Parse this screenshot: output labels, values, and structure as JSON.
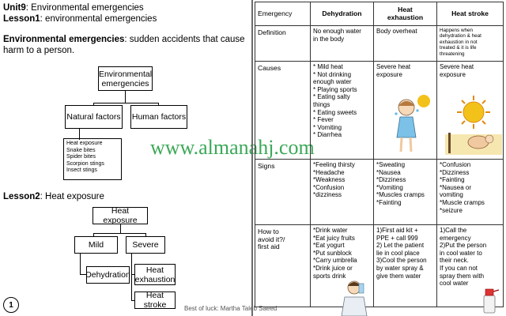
{
  "left": {
    "unit": {
      "label": "Unit9",
      "text": ": Environmental emergencies"
    },
    "lesson1": {
      "label": "Lesson1",
      "text": ": environmental emergencies"
    },
    "definition": {
      "term": "Environmental emergencies",
      "text": ": sudden accidents that cause",
      "text2": "harm to a person."
    },
    "tree1": {
      "root_line1": "Environmental",
      "root_line2": "emergencies",
      "child_natural": "Natural factors",
      "child_human": "Human factors",
      "natural_list": [
        "Heat exposure",
        "Snake bites",
        "Spider bites",
        "Scorpion stings",
        "Insect stings"
      ]
    },
    "lesson2": {
      "label": "Lesson2",
      "text": ": Heat exposure"
    },
    "tree2": {
      "root": "Heat exposure",
      "mild": "Mild",
      "severe": "Severe",
      "dehydration": "Dehydration",
      "heat_exhaustion_line1": "Heat",
      "heat_exhaustion_line2": "exhaustion",
      "heat_stroke": "Heat stroke"
    },
    "page_number": "1",
    "footer": "Best of luck: Martha Taleb Saeed",
    "watermark": "www.almanahj.com"
  },
  "table": {
    "headers": {
      "col0": "Emergency",
      "col1": "Dehydration",
      "col2_line1": "Heat",
      "col2_line2": "exhaustion",
      "col3": "Heat stroke"
    },
    "definition": {
      "label": "Definition",
      "dehydration": [
        "No enough water",
        "in the body"
      ],
      "exhaustion": [
        "Body overheat"
      ],
      "stroke": [
        "Happens when",
        "dehydration & heat",
        "exhaustion in not",
        "treated & it is life",
        "threatening"
      ]
    },
    "causes": {
      "label": "Causes",
      "dehydration": [
        "* Mild heat",
        "* Not drinking",
        "enough water",
        "* Playing sports",
        "* Eating salty",
        "things",
        "* Eating sweets",
        "* Fever",
        "* Vomiting",
        "* Diarrhea"
      ],
      "exhaustion": [
        "Severe heat",
        "exposure"
      ],
      "stroke": [
        "Severe heat",
        "exposure"
      ]
    },
    "signs": {
      "label": "Signs",
      "dehydration": [
        "*Feeling thirsty",
        "*Headache",
        "*Weakness",
        "*Confusion",
        "*dizziness"
      ],
      "exhaustion": [
        "*Sweating",
        "*Nausea",
        "*Dizziness",
        "*Vomiting",
        "*Muscles cramps",
        "*Fainting"
      ],
      "stroke": [
        "*Confusion",
        "*Dizziness",
        "*Fainting",
        "*Nausea or",
        "vomiting",
        "*Muscle cramps",
        "*seizure"
      ]
    },
    "avoid": {
      "label_line1": "How to",
      "label_line2": "avoid it?/",
      "label_line3": "first aid",
      "dehydration": [
        "*Drink water",
        "*Eat juicy fruits",
        "*Eat yogurt",
        "*Put sunblock",
        "*Carry umbrella",
        "*Drink juice or",
        "sports drink"
      ],
      "exhaustion": [
        "1)First aid kit +",
        "PPE + call 999",
        "2) Let the patient",
        "lie in cool place",
        "3)Cool the person",
        "by water spray &",
        "give them water"
      ],
      "stroke": [
        "1)Call the",
        "emergency",
        "2)Put the person",
        "in cool water to",
        "their neck.",
        "If you can not",
        "spray them with",
        "cool water"
      ]
    }
  },
  "colors": {
    "watermark": "#1a9a3a",
    "sun": "#f2c21a",
    "divider": "#6b6b6b"
  }
}
